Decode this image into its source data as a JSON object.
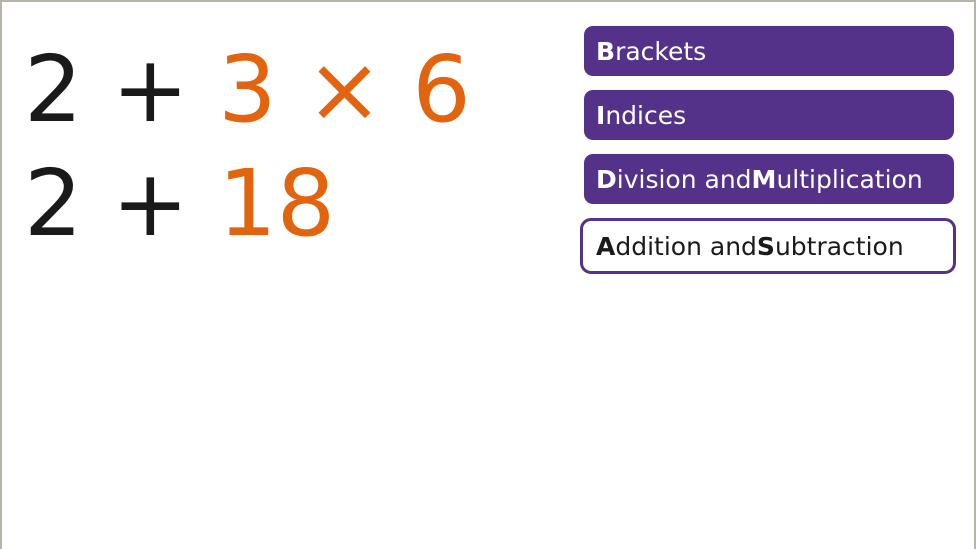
{
  "equations": [
    {
      "black": "2 + ",
      "orange": "3 × 6"
    },
    {
      "black": "2 + ",
      "orange": "18"
    }
  ],
  "bidmas": [
    {
      "initial": "B",
      "rest": "rackets",
      "initial2": "",
      "mid": "",
      "rest2": "",
      "active": false
    },
    {
      "initial": "I",
      "rest": "ndices",
      "initial2": "",
      "mid": "",
      "rest2": "",
      "active": false
    },
    {
      "initial": "D",
      "rest": "ivision and ",
      "initial2": "M",
      "rest2": "ultiplication",
      "active": false
    },
    {
      "initial": "A",
      "rest": "ddition and ",
      "initial2": "S",
      "rest2": "ubtraction",
      "active": true
    }
  ],
  "colors": {
    "purple": "#553289",
    "orange": "#e3640f",
    "text": "#1a1a1a",
    "border": "#b9b4ab"
  }
}
